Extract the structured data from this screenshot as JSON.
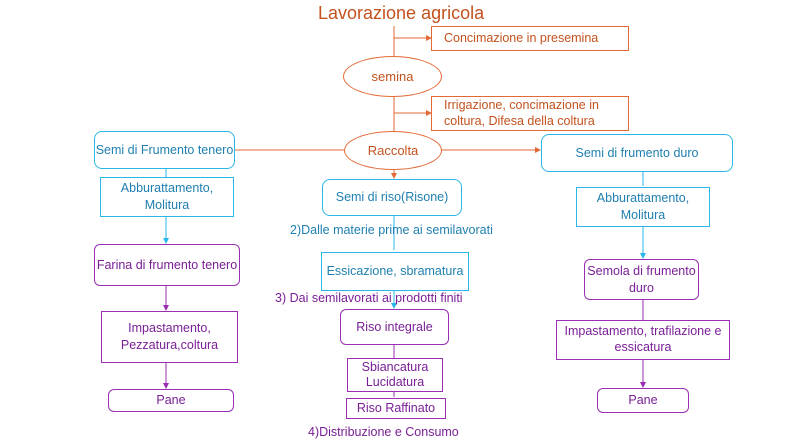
{
  "title": "Lavorazione agricola",
  "colors": {
    "orange": "#e26a36",
    "cyan": "#2ab6e8",
    "purple": "#9a2fb3"
  },
  "nodes": {
    "concimazione_presemina": "Concimazione in presemina",
    "semina": "semina",
    "irrigazione": "Irrigazione, concimazione in coltura, Difesa della coltura",
    "raccolta": "Raccolta",
    "semi_frumento_tenero": "Semi di Frumento tenero",
    "abburattamento_left": "Abburattamento, Molitura",
    "farina": "Farina di frumento tenero",
    "impastamento_left": "Impastamento, Pezzatura,coltura",
    "pane_left": "Pane",
    "semi_riso": "Semi di riso(Risone)",
    "essicazione": "Essicazione, sbramatura",
    "riso_integrale": "Riso integrale",
    "sbiancatura": "Sbiancatura Lucidatura",
    "riso_raffinato": "Riso Raffinato",
    "semi_frumento_duro": "Semi di frumento duro",
    "abburattamento_right": "Abburattamento, Molitura",
    "semola": "Semola di frumento duro",
    "impastamento_right": "Impastamento, trafilazione e essicatura",
    "pane_right": "Pane"
  },
  "stage_labels": {
    "stage2": "2)Dalle materie prime ai semilavorati",
    "stage3": "3) Dai semilavorati  ai prodotti finiti",
    "stage4": "4)Distribuzione e Consumo"
  }
}
